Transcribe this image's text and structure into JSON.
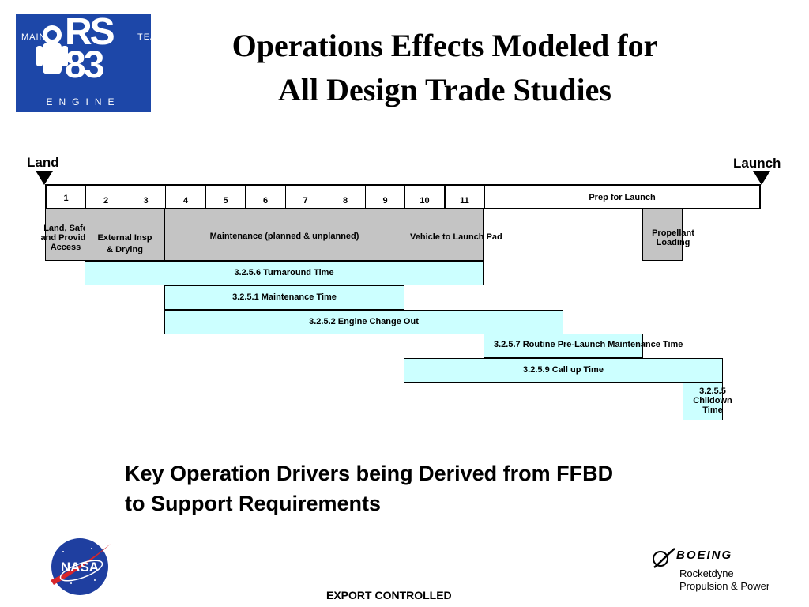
{
  "logo": {
    "left_text": "MAIN",
    "right_text": "TEAM",
    "big_top": "RS",
    "big_bottom": "83",
    "bottom_text": "ENGINE"
  },
  "title": {
    "line1": "Operations Effects Modeled for",
    "line2": "All Design Trade Studies"
  },
  "timeline": {
    "start_label": "Land",
    "end_label": "Launch",
    "steps": [
      "1",
      "2",
      "3",
      "4",
      "5",
      "6",
      "7",
      "8",
      "9",
      "10",
      "11"
    ],
    "prep_label": "Prep for Launch"
  },
  "activities": {
    "land": "Land, Safe and Provide Access",
    "land_lines": [
      "Land, Safe",
      "and Provide",
      "Access"
    ],
    "external_lines": [
      "External Insp",
      "& Drying"
    ],
    "maintenance": "Maintenance (planned & unplanned)",
    "vehicle": "Vehicle to Launch Pad",
    "propellant_lines": [
      "Propellant",
      "Loading"
    ]
  },
  "times": {
    "turnaround": "3.2.5.6 Turnaround Time",
    "maintenance_time": "3.2.5.1 Maintenance Time",
    "engine_change": "3.2.5.2 Engine Change Out",
    "prelaunch": "3.2.5.7 Routine Pre-Launch Maintenance Time",
    "callup": "3.2.5.9 Call up Time",
    "childown_lines": [
      "3.2.5.5",
      "Childown",
      "Time"
    ]
  },
  "subtitle": {
    "line1": "Key Operation Drivers being Derived from FFBD",
    "line2": "to Support Requirements"
  },
  "footer": {
    "nasa": "NASA",
    "boeing": "BOEING",
    "rocketdyne_line1": "Rocketdyne",
    "rocketdyne_line2": "Propulsion & Power",
    "export": "EXPORT CONTROLLED"
  },
  "colors": {
    "logo_blue": "#1d47a8",
    "activity_gray": "#c4c4c4",
    "time_cyan": "#ccffff"
  }
}
